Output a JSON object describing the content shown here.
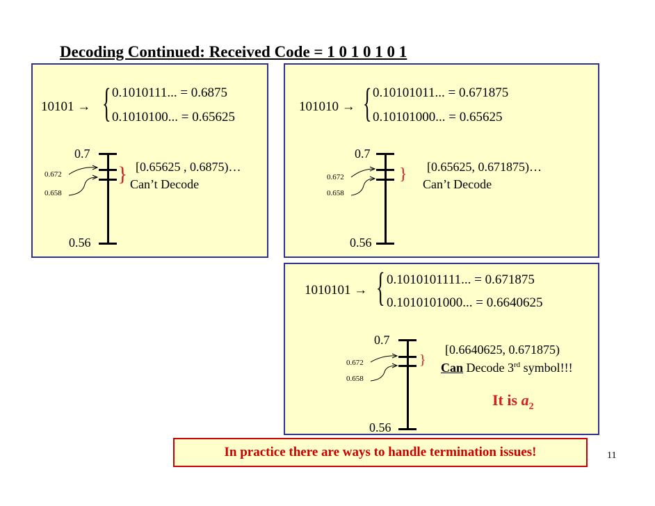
{
  "title": "Decoding Continued: Received Code = 1 0 1 0 1 0 1",
  "panels": [
    {
      "code": "10101 →",
      "upper_eq": "0.1010111... = 0.6875",
      "lower_eq": "0.1010100... = 0.65625",
      "tick_top": "0.7",
      "tick_bottom": "0.56",
      "small_upper": "0.672",
      "small_lower": "0.658",
      "interval": "[0.65625 , 0.6875)…",
      "status": "Can’t Decode"
    },
    {
      "code": "101010 →",
      "upper_eq": "0.10101011... = 0.671875",
      "lower_eq": "0.10101000... = 0.65625",
      "tick_top": "0.7",
      "tick_bottom": "0.56",
      "small_upper": "0.672",
      "small_lower": "0.658",
      "interval": "[0.65625,  0.671875)…",
      "status": "Can’t Decode"
    },
    {
      "code": "1010101 →",
      "upper_eq": "0.1010101111... = 0.671875",
      "lower_eq": "0.1010101000... = 0.6640625",
      "tick_top": "0.7",
      "tick_bottom": "0.56",
      "small_upper": "0.672",
      "small_lower": "0.658",
      "interval": "[0.6640625, 0.671875)",
      "status_can": "Can",
      "status_rest": " Decode 3",
      "status_sup": "rd",
      "status_end": " symbol!!!",
      "result_prefix": "It is ",
      "result_var": "a",
      "result_sub": "2"
    }
  ],
  "banner": "In practice there are ways to handle termination issues!",
  "page_number": "11",
  "colors": {
    "box_fill": "#ffffcc",
    "box_border": "#2e3192",
    "accent_red": "#d42020"
  }
}
